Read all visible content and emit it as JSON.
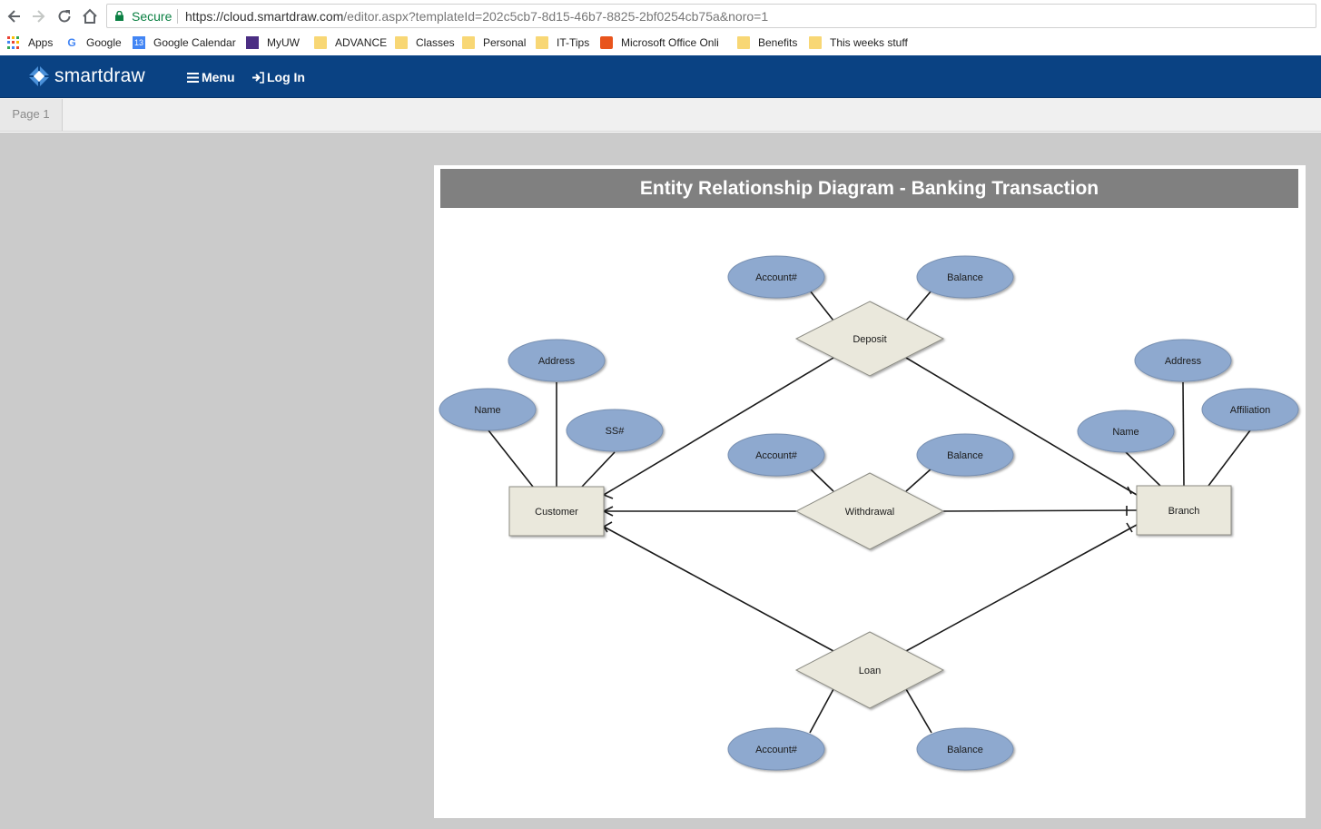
{
  "browser": {
    "secure_label": "Secure",
    "url_host": "https://cloud.smartdraw.com",
    "url_path": "/editor.aspx?templateId=202c5cb7-8d15-46b7-8825-2bf0254cb75a&noro=1"
  },
  "bookmarks": [
    {
      "label": "Apps",
      "icon": "apps-grid-icon"
    },
    {
      "label": "Google",
      "icon": "google-icon"
    },
    {
      "label": "Google Calendar",
      "icon": "calendar-icon",
      "icon_text": "13"
    },
    {
      "label": "MyUW",
      "icon": "myuw-icon"
    },
    {
      "label": "ADVANCE",
      "icon": "folder-icon"
    },
    {
      "label": "Classes",
      "icon": "folder-icon"
    },
    {
      "label": "Personal",
      "icon": "folder-icon"
    },
    {
      "label": "IT-Tips",
      "icon": "folder-icon"
    },
    {
      "label": "Microsoft Office Onli",
      "icon": "office-icon"
    },
    {
      "label": "Benefits",
      "icon": "folder-icon"
    },
    {
      "label": "This weeks stuff",
      "icon": "folder-icon"
    }
  ],
  "app": {
    "brand": "smartdraw",
    "menu_label": "Menu",
    "login_label": "Log In"
  },
  "tabs": {
    "page_tab": "Page 1"
  },
  "diagram": {
    "title": "Entity Relationship Diagram - Banking Transaction",
    "entities": {
      "customer": "Customer",
      "branch": "Branch"
    },
    "relationships": {
      "deposit": "Deposit",
      "withdrawal": "Withdrawal",
      "loan": "Loan"
    },
    "attributes": {
      "deposit_account": "Account#",
      "deposit_balance": "Balance",
      "withdrawal_account": "Account#",
      "withdrawal_balance": "Balance",
      "loan_account": "Account#",
      "loan_balance": "Balance",
      "customer_address": "Address",
      "customer_name": "Name",
      "customer_ss": "SS#",
      "branch_address": "Address",
      "branch_name": "Name",
      "branch_affiliation": "Affiliation"
    }
  },
  "colors": {
    "header_bg": "#0a4283",
    "attribute_fill": "#8ea9cf",
    "entity_fill": "#eae8dc",
    "title_bar": "#808080",
    "workspace": "#cbcbcb",
    "secure_green": "#0b8043"
  }
}
